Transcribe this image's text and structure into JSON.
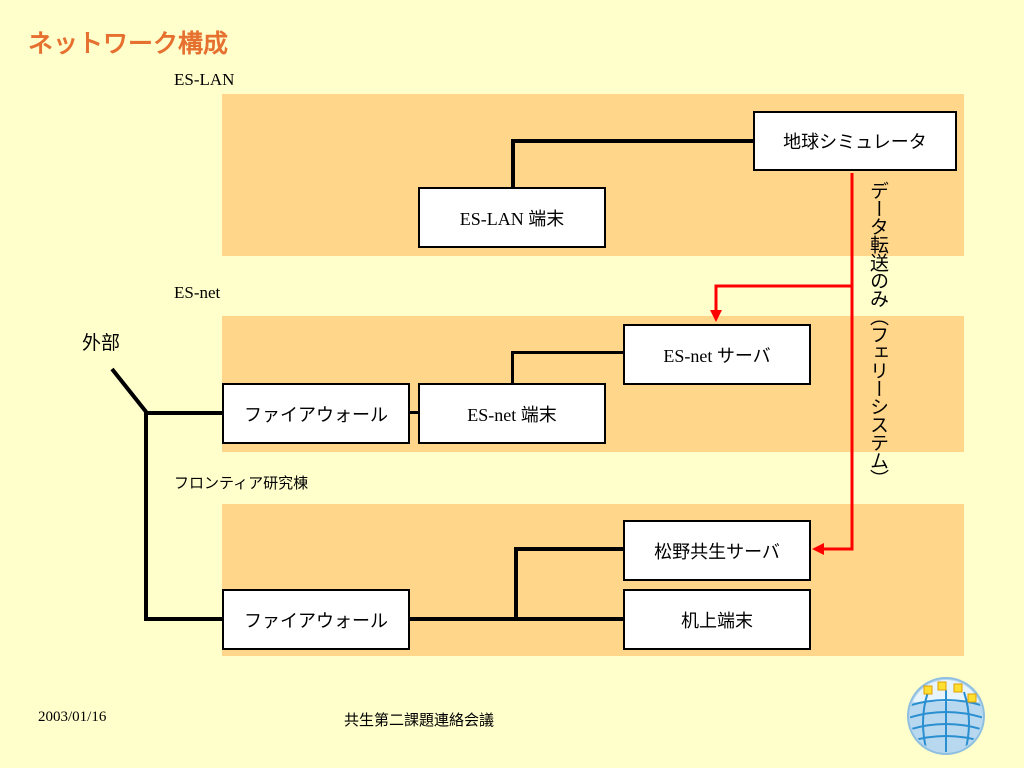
{
  "title": "ネットワーク構成",
  "zones": {
    "es_lan": {
      "label": "ES-LAN"
    },
    "es_net": {
      "label": "ES-net"
    },
    "frontier": {
      "label": "フロンティア研究棟"
    }
  },
  "nodes": {
    "earth_simulator": "地球シミュレータ",
    "es_lan_terminal": "ES-LAN 端末",
    "es_net_server": "ES-net サーバ",
    "firewall_1": "ファイアウォール",
    "es_net_terminal": "ES-net 端末",
    "matsuno_server": "松野共生サーバ",
    "firewall_2": "ファイアウォール",
    "desk_terminal": "机上端末"
  },
  "external_label": "外部",
  "transfer_label": "データ転送のみ（フェリーシステム）",
  "footer": {
    "date": "2003/01/16",
    "meeting": "共生第二課題連絡会議"
  },
  "colors": {
    "background": "#FFFFCC",
    "zone": "#FFD68A",
    "title": "#E5702F",
    "transfer_arrow": "#FF0000"
  },
  "icons": [
    "globe-logo-icon"
  ]
}
